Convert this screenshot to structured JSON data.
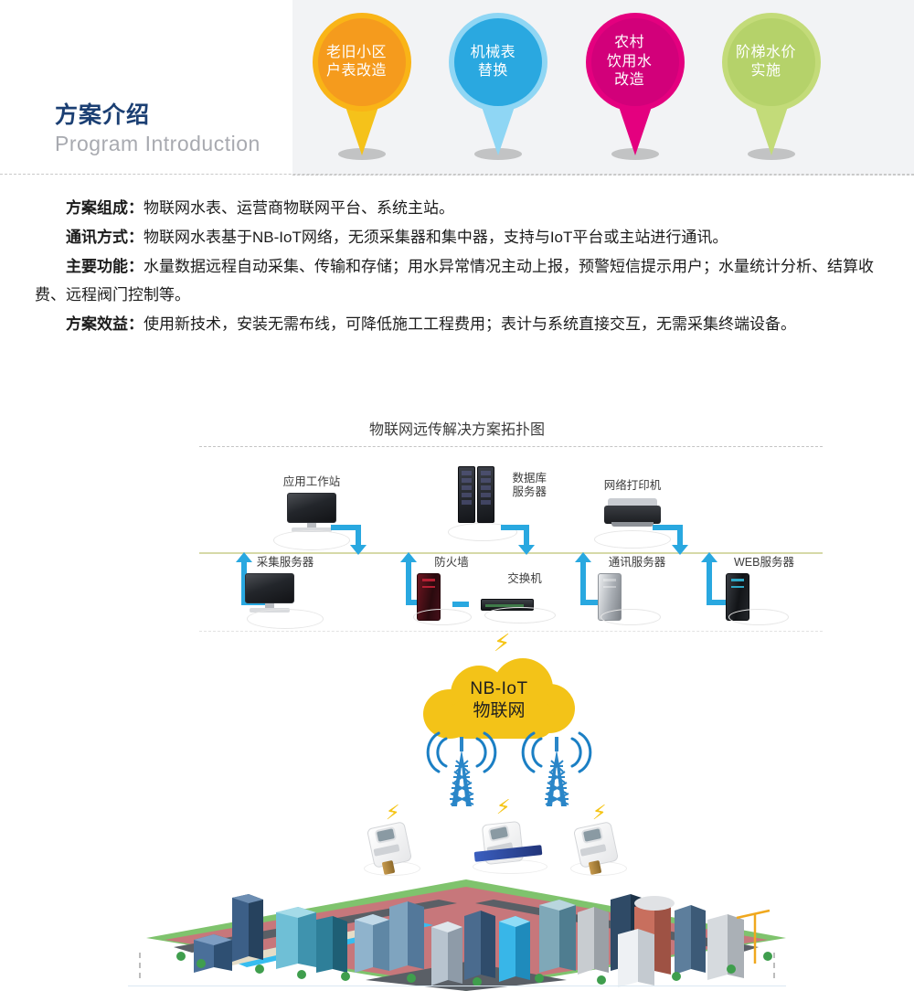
{
  "header": {
    "title_cn": "方案介绍",
    "title_en": "Program Introduction",
    "pins": [
      {
        "label_line1": "老旧小区",
        "label_line2": "户表改造",
        "label_line3": "",
        "color_outer": "#f9b417",
        "color_inner": "#f59b1d",
        "color_tail": "#f5c21a"
      },
      {
        "label_line1": "机械表",
        "label_line2": "替换",
        "label_line3": "",
        "color_outer": "#8fd6f4",
        "color_inner": "#2aa8e0",
        "color_tail": "#8fd6f4"
      },
      {
        "label_line1": "农村",
        "label_line2": "饮用水",
        "label_line3": "改造",
        "color_outer": "#e4007f",
        "color_inner": "#d2007a",
        "color_tail": "#e4007f"
      },
      {
        "label_line1": "阶梯水价",
        "label_line2": "实施",
        "label_line3": "",
        "color_outer": "#c3db79",
        "color_inner": "#b5d26a",
        "color_tail": "#c3db79"
      }
    ]
  },
  "body": {
    "paragraphs": [
      {
        "label": "方案组成：",
        "text": "物联网水表、运营商物联网平台、系统主站。"
      },
      {
        "label": "通讯方式：",
        "text": "物联网水表基于NB-IoT网络，无须采集器和集中器，支持与IoT平台或主站进行通讯。"
      },
      {
        "label": "主要功能：",
        "text": "水量数据远程自动采集、传输和存储；用水异常情况主动上报，预警短信提示用户；水量统计分析、结算收费、远程阀门控制等。"
      },
      {
        "label": "方案效益：",
        "text": "使用新技术，安装无需布线，可降低施工工程费用；表计与系统直接交互，无需采集终端设备。"
      }
    ]
  },
  "diagram": {
    "title": "物联网远传解决方案拓扑图",
    "top_nodes": [
      {
        "label": "应用工作站",
        "label2": "",
        "device": "monitor-icon"
      },
      {
        "label": "数据库",
        "label2": "服务器",
        "device": "database-rack-icon"
      },
      {
        "label": "网络打印机",
        "label2": "",
        "device": "printer-icon"
      }
    ],
    "bottom_nodes": [
      {
        "label": "采集服务器",
        "device": "monitor-icon"
      },
      {
        "label": "防火墙",
        "device": "firewall-tower-icon"
      },
      {
        "label": "交换机",
        "device": "switch-icon"
      },
      {
        "label": "通讯服务器",
        "device": "server-tower-icon"
      },
      {
        "label": "WEB服务器",
        "device": "web-server-icon"
      }
    ],
    "cloud": {
      "line1": "NB-IoT",
      "line2": "物联网",
      "color": "#f3c318"
    },
    "towers": [
      "cell-tower-icon",
      "cell-tower-icon"
    ],
    "meters": [
      "smart-water-meter-icon",
      "smart-water-meter-icon",
      "smart-water-meter-icon"
    ],
    "city": "isometric-city-illustration",
    "accent_arrow_color": "#29a8e0",
    "backbone_color": "#d6d9a8",
    "bolt_color": "#f5c518"
  }
}
